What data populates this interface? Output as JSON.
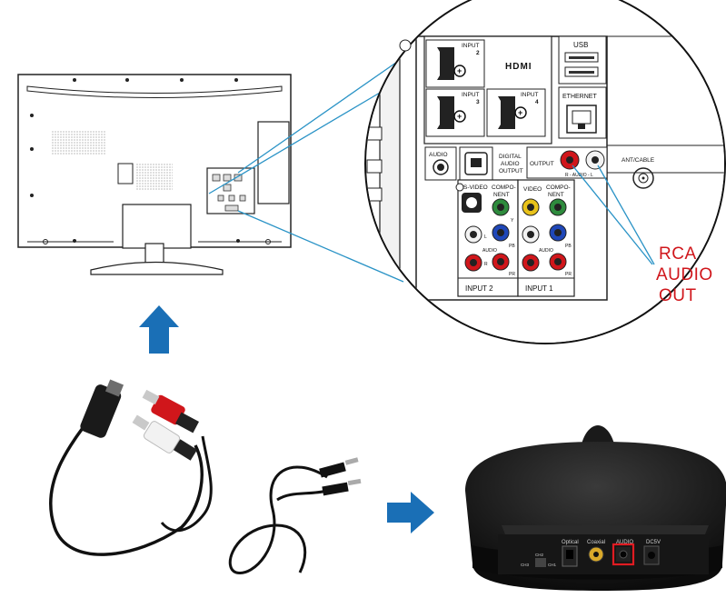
{
  "tv_panel": {
    "hdmi_logo": "HDMI",
    "usb": "USB",
    "ethernet": "ETHERNET",
    "audio": "AUDIO",
    "digital_audio_output": [
      "DIGITAL",
      "AUDIO",
      "OUTPUT"
    ],
    "output": "OUTPUT",
    "r_audio_l": "R - AUDIO - L",
    "ant_cable": "ANT/CABLE",
    "hdmi_input_label": "INPUT",
    "hdmi_input_numbers": [
      "2",
      "3",
      "4"
    ],
    "s_video": "S-VIDEO",
    "component": [
      "COMPO-",
      "NENT"
    ],
    "video": "VIDEO",
    "audio_vertical": "AUDIO",
    "input2": "INPUT 2",
    "input1": "INPUT 1",
    "l": "L",
    "r": "R",
    "y": "Y",
    "pb": "PB",
    "pr": "PR"
  },
  "callout": {
    "lines": [
      "RCA",
      "AUDIO",
      "OUT"
    ],
    "color": "#d0161b"
  },
  "receiver": {
    "labels": [
      "Optical",
      "Coaxial",
      "AUDIO",
      "DC5V"
    ],
    "switch_labels": [
      "CH2",
      "CH3",
      "CH1"
    ],
    "highlight_color": "#e01b22"
  },
  "colors": {
    "arrow": "#1a6fb6",
    "zoom_line": "#2a93c6",
    "rca_red": "#d0161b",
    "rca_white": "#f2f2f2",
    "rca_yellow": "#e8c21a",
    "rca_green": "#2e8b3d",
    "rca_blue": "#1f47b8"
  }
}
